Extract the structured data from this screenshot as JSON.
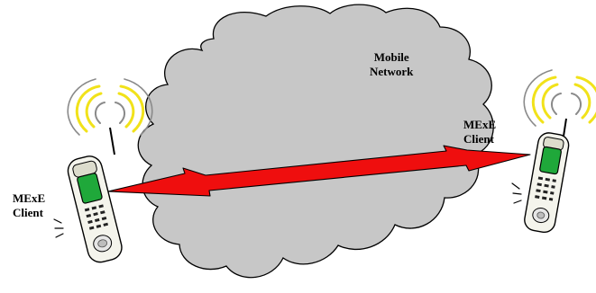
{
  "colors": {
    "cloud_fill": "#c7c7c7",
    "cloud_stroke": "#000000",
    "arrow_fill": "#ef0e0e",
    "arrow_stroke": "#000000",
    "signal_yellow": "#f1e21a",
    "signal_gray": "#8a8a8a",
    "phone_screen": "#1fa83a",
    "phone_body": "#f4f4ec"
  },
  "cloud": {
    "line1": "Mobile",
    "line2": "Network"
  },
  "left_client": {
    "line1": "MExE",
    "line2": "Client"
  },
  "right_client": {
    "line1": "MExE",
    "line2": "Client"
  },
  "icons": {
    "left_phone": "mobile-phone-icon",
    "right_phone": "mobile-phone-icon",
    "connection": "double-headed-arrow"
  }
}
